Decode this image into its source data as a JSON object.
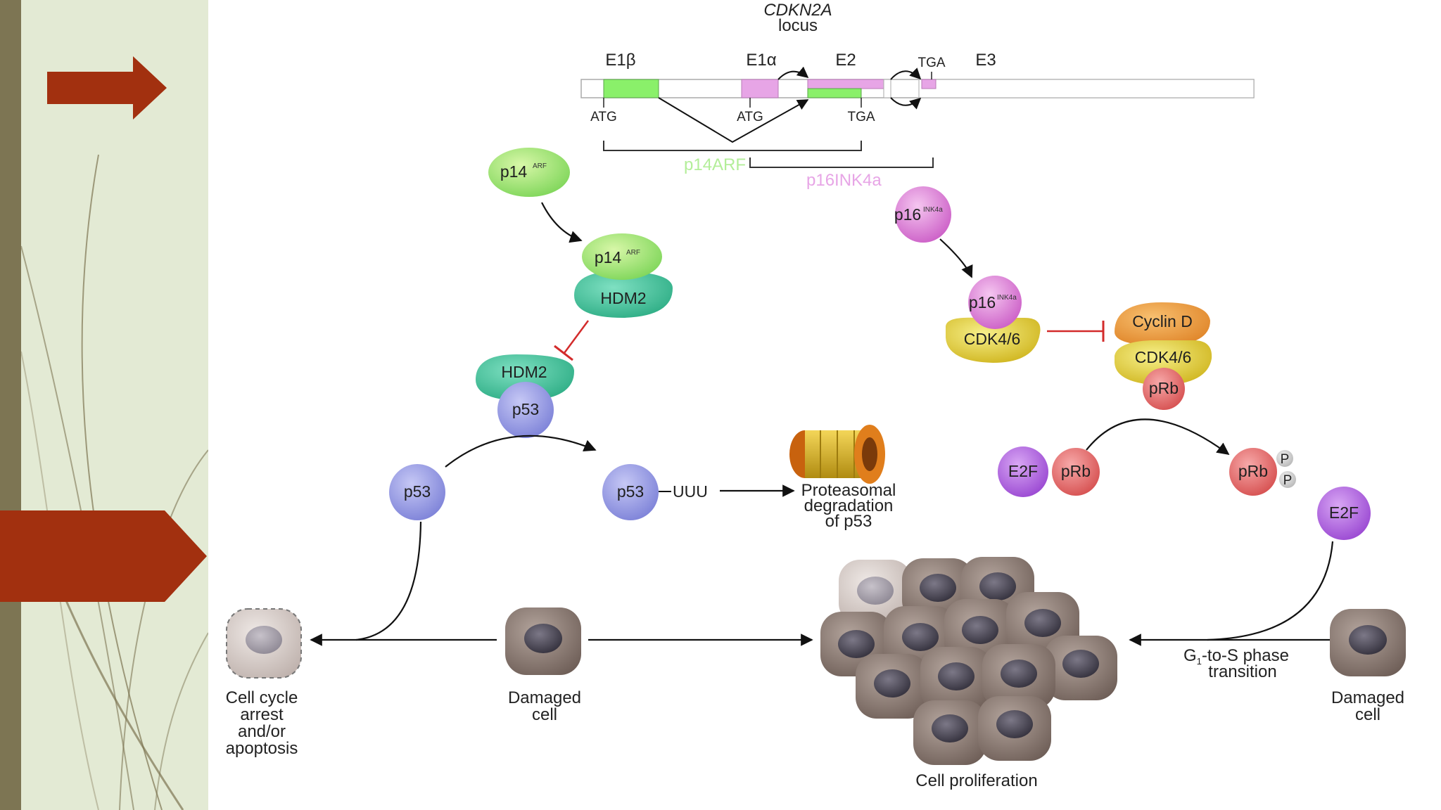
{
  "slide": {
    "theme_colors": {
      "strip": "#7d7553",
      "panel": "#e3ead4",
      "arrow": "#a2300f"
    }
  },
  "decorations": {
    "top_arrow_icon": "right-arrow-icon",
    "mid_arrow_icon": "chevron-banner-icon"
  },
  "diagram": {
    "title_line1": "CDKN2A",
    "title_line2": "locus",
    "exons": {
      "e1b": "E1β",
      "e1a": "E1α",
      "e2": "E2",
      "e3": "E3"
    },
    "codons": {
      "atg1": "ATG",
      "atg2": "ATG",
      "tga1": "TGA",
      "tga2": "TGA"
    },
    "transcript_p14": "p14ARF",
    "transcript_p16": "p16INK4a",
    "p14_name": "p14",
    "p14_sup": "ARF",
    "p16_name": "p16",
    "p16_sup": "INK4a",
    "hdm2": "HDM2",
    "p53": "p53",
    "ubiquitin": "UUU",
    "proteasome_line1": "Proteasomal",
    "proteasome_line2": "degradation",
    "proteasome_line3": "of p53",
    "cdk46": "CDK4/6",
    "cyclin_d": "Cyclin D",
    "prb": "pRb",
    "e2f": "E2F",
    "phospho": "P",
    "arrest_line1": "Cell cycle",
    "arrest_line2": "arrest",
    "arrest_line3": "and/or",
    "arrest_line4": "apoptosis",
    "damaged_line1": "Damaged",
    "damaged_line2": "cell",
    "g1s_line1": "G",
    "g1s_sub": "1",
    "g1s_line1_rest": "-to-S phase",
    "g1s_line2": "transition",
    "proliferation": "Cell proliferation"
  }
}
